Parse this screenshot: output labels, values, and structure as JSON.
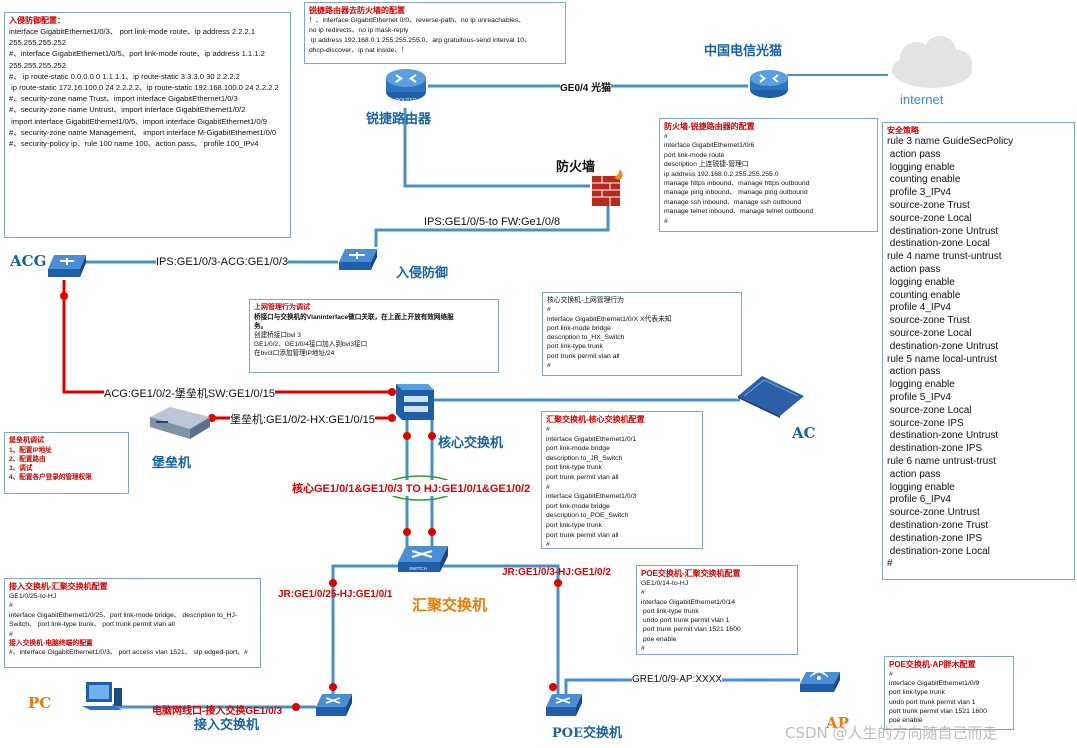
{
  "colors": {
    "line_blue": "#4a90c8",
    "line_red": "#e00000",
    "dev_blue": "#1763a6",
    "accent_orange": "#ee7b06",
    "red_text": "#d40000"
  },
  "boxes": {
    "ips": {
      "title": "入侵防御配置：",
      "lines": [
        "interface GigabitEthernet1/0/3、 port link-mode route、ip address 2.2.2.1 255.255.255.252",
        "#、interface GigabitEthernet1/0/5、port link-mode route、ip address 1.1.1.2 255.255.255.252",
        "#、 ip route-static 0.0.0.0 0 1.1.1.1、ip route-static 3.3.3.0 30 2.2.2.2",
        " ip route-static 172.16.100.0 24 2.2.2.2、ip route-static 192.168.100.0 24 2.2.2.2",
        "#、security-zone name Trust、import interface GigabitEthernet1/0/3",
        "#、security-zone name Untrust、import interface GigabitEthernet1/0/2",
        " import interface GigabitEthernet1/0/5、import interface GigabitEthernet1/0/9",
        "#、security-zone name Management、 import interface M-GigabitEthernet1/0/0",
        "#、security-policy ip、rule 100 name 100、action pass、 profile 100_IPv4"
      ]
    },
    "router_fw": {
      "title": "锐捷路由器去防火墙的配置",
      "lines": [
        "！、interface GigabitEthernet 0/0、reverse-path、no ip unreachables、",
        "no ip redirects、no ip mask-reply",
        " ip address 192.168.0.1 255.255.255.0、arp gratuitous-send interval 10、",
        "dhcp-discover、ip nat inside、！"
      ]
    },
    "fw_router": {
      "title": "防火墙-锐捷路由器的配置",
      "lines": [
        "#",
        "interface GigabitEthernet1/0/6",
        "port link-mode route",
        "description 上连锐捷-管理口",
        "ip address 192.168.0.2 255.255.255.0",
        "manage https inbound、manage https outbound",
        "manage ping inbound、 manage ping outbound",
        "manage ssh inbound、manage ssh outbound",
        "manage telnet inbound、manage telnet outbound",
        "#"
      ]
    },
    "online": {
      "title": "上网管理行为调试",
      "red_lines": [
        "桥接口与交换机的Vlaninterface做口关联，在上面上开放有效网络服",
        "务。"
      ],
      "lines": [
        "创建桥接口bvi 3",
        "GE1/0/2、GE1/0/4接口加入到bvi3接口",
        "在bvi3口添加管理IP地址/24"
      ]
    },
    "core_top": {
      "title": "核心交换机-上网管理行为",
      "lines": [
        "#",
        "interface GigabitEthernet1/0/X X代表未知",
        "port link-mode bridge",
        "description to_HX_Switch",
        "port link-type trunk",
        "port trunk permit vlan all",
        "#"
      ]
    },
    "bastion": {
      "title": "堡垒机调试",
      "red_lines": [
        "1、配置IP地址",
        "2、配置路由",
        "3、调试",
        "4、配置各户登录的管理权限"
      ]
    },
    "agg_core": {
      "title": "汇聚交换机-核心交换机配置",
      "lines": [
        "#",
        "interface GigabitEthernet1/0/1",
        "port link-mode bridge",
        "description to_JR_Switch",
        "port link-type trunk",
        "port trunk permit vlan all",
        "#",
        "interface GigabitEthernet1/0/3",
        "port link-mode bridge",
        "description to_POE_Switch",
        "port link-type trunk",
        "port trunk permit vlan all",
        "#"
      ]
    },
    "access": {
      "title": "接入交换机-汇聚交换机配置",
      "lines": [
        "GE1/0/25-to-HJ",
        "#",
        "interface GigabitEthernet1/0/25、port link-mode bridge、 description to_HJ-Switch、 port link-type trunk、 port trunk permit vlan all",
        "#"
      ],
      "red_sub": "接入交换机-电脑终端的配置",
      "lines2": [
        "#、interface GigabitEthernet1/0/3、 port access vlan 1521、 stp edged-port、#"
      ]
    },
    "poe": {
      "title": "POE交换机-汇聚交换机配置",
      "lines": [
        "GE1/0/14-to-HJ",
        "#",
        "interface GigabitEthernet1/0/14",
        " port link-type trunk",
        " undo port trunk permit vlan 1",
        " port trunk permit vlan 1521 1600",
        " poe enable",
        "#"
      ]
    },
    "poe_ap": {
      "title": "POE交换机-AP胖木配置",
      "lines": [
        "#",
        "interface GigabitEthernet1/0/9",
        "port link-type trunk",
        "undo port trunk permit vlan 1",
        "port trunk permit vlan 1521 1600",
        "poe enable"
      ]
    }
  },
  "policy": {
    "title": "安全策略",
    "lines": [
      "rule 3 name GuideSecPolicy",
      " action pass",
      " logging enable",
      " counting enable",
      " profile 3_IPv4",
      " source-zone Trust",
      " source-zone Local",
      " destination-zone Untrust",
      " destination-zone Local",
      "rule 4 name trunst-untrust",
      " action pass",
      " logging enable",
      " counting enable",
      " profile 4_IPv4",
      " source-zone Trust",
      " source-zone Local",
      " destination-zone Untrust",
      "rule 5 name local-untrust",
      " action pass",
      " logging enable",
      " profile 5_IPv4",
      " source-zone Local",
      " source-zone IPS",
      " destination-zone Untrust",
      " destination-zone IPS",
      "rule 6 name untrust-trust",
      " action pass",
      " logging enable",
      " profile 6_IPv4",
      " source-zone Untrust",
      " destination-zone Trust",
      " destination-zone IPS",
      " destination-zone Local",
      "#"
    ]
  },
  "devices": {
    "router": "锐捷路由器",
    "router_icon": "ROUTER",
    "telecom": "中国电信光猫",
    "internet": "internet",
    "firewall": "防火墙",
    "acg": "ACG",
    "ips": "入侵防御",
    "core": "核心交换机",
    "ac": "AC",
    "bastion": "堡垒机",
    "agg": "汇聚交换机",
    "agg_icon": "SWITCH",
    "pc": "PC",
    "access": "接入交换机",
    "poe": "POE交换机",
    "ap": "AP"
  },
  "links": {
    "router_telecom": "GE0/4 光猫",
    "ips_fw": "IPS:GE1/0/5-to FW:Ge1/0/8",
    "acg_ips": "IPS:GE1/0/3-ACG:GE1/0/3",
    "acg_core": "ACG:GE1/0/2-堡垒机SW:GE1/0/15",
    "bastion_core": "堡垒机:GE1/0/2-HX:GE1/0/15",
    "core_agg": "核心GE1/0/1&GE1/0/3 TO HJ:GE1/0/1&GE1/0/2",
    "agg_access": "JR:GE1/0/25-HJ:GE1/0/1",
    "agg_poe": "JR:GE1/0/3-HJ:GE1/0/2",
    "pc_access": "电脑网线口-接入交换GE1/0/3",
    "poe_ap": "GRE1/0/9-AP:XXXX"
  },
  "watermark": "CSDN @人生的方向随自己而走"
}
